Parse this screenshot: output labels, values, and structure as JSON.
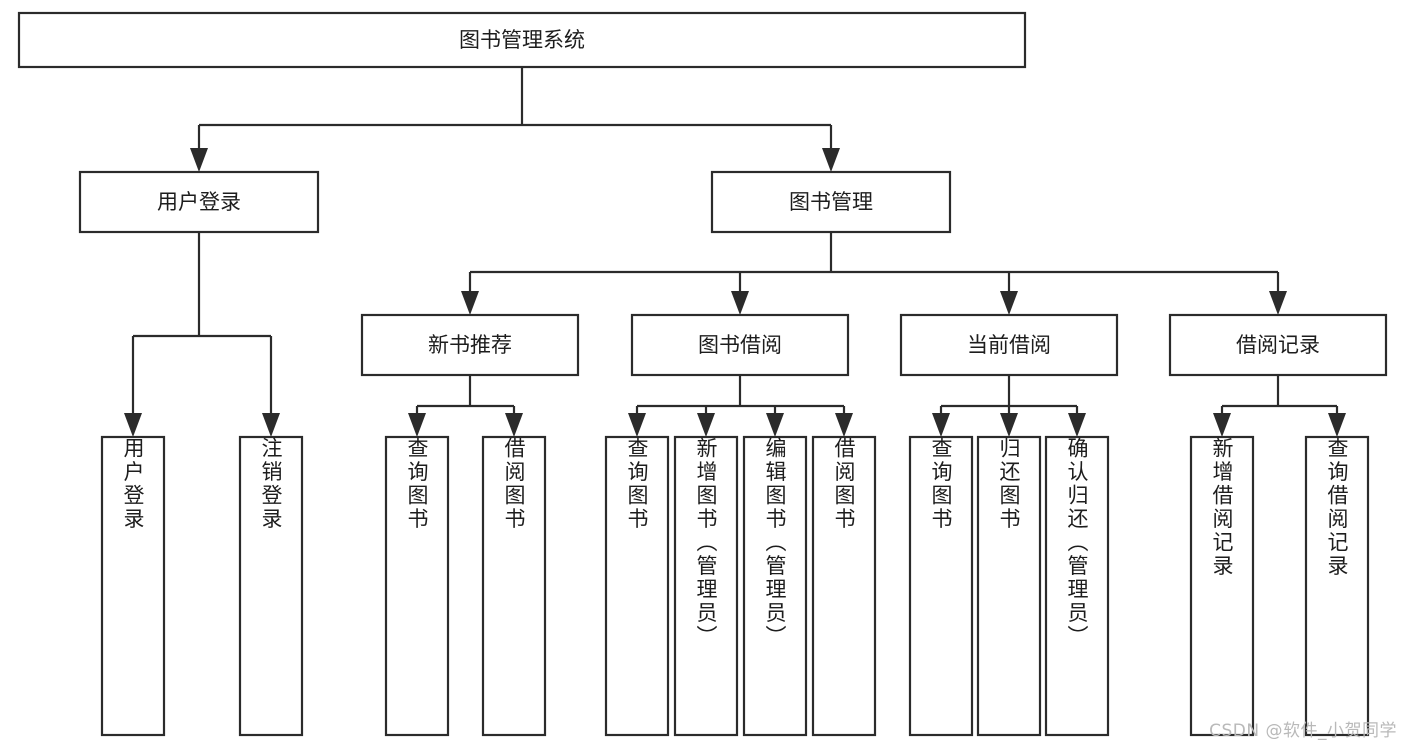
{
  "diagram": {
    "title": "图书管理系统",
    "type": "tree-hierarchy",
    "watermark": "CSDN @软件_小贺同学",
    "colors": {
      "background": "#ffffff",
      "stroke": "#2b2b2b",
      "text": "#1d1d1d",
      "node_fill": "#ffffff",
      "watermark": "#b9b9b9"
    },
    "levels": [
      {
        "level": 1,
        "nodes": [
          {
            "id": "root",
            "label": "图书管理系统",
            "orientation": "horizontal"
          }
        ]
      },
      {
        "level": 2,
        "nodes": [
          {
            "id": "login",
            "label": "用户登录",
            "orientation": "horizontal",
            "parent": "root"
          },
          {
            "id": "bookmgmt",
            "label": "图书管理",
            "orientation": "horizontal",
            "parent": "root"
          }
        ]
      },
      {
        "level": 3,
        "nodes": [
          {
            "id": "newbook",
            "label": "新书推荐",
            "orientation": "horizontal",
            "parent": "bookmgmt"
          },
          {
            "id": "borrow",
            "label": "图书借阅",
            "orientation": "horizontal",
            "parent": "bookmgmt"
          },
          {
            "id": "current",
            "label": "当前借阅",
            "orientation": "horizontal",
            "parent": "bookmgmt"
          },
          {
            "id": "records",
            "label": "借阅记录",
            "orientation": "horizontal",
            "parent": "bookmgmt"
          }
        ]
      },
      {
        "level": 4,
        "nodes": [
          {
            "id": "leaf-1",
            "label": "用户登录",
            "orientation": "vertical",
            "parent": "login"
          },
          {
            "id": "leaf-2",
            "label": "注销登录",
            "orientation": "vertical",
            "parent": "login"
          },
          {
            "id": "leaf-3",
            "label": "查询图书",
            "orientation": "vertical",
            "parent": "newbook"
          },
          {
            "id": "leaf-4",
            "label": "借阅图书",
            "orientation": "vertical",
            "parent": "newbook"
          },
          {
            "id": "leaf-5",
            "label": "查询图书",
            "orientation": "vertical",
            "parent": "borrow"
          },
          {
            "id": "leaf-6",
            "label": "新增图书（管理员）",
            "orientation": "vertical",
            "parent": "borrow"
          },
          {
            "id": "leaf-7",
            "label": "编辑图书（管理员）",
            "orientation": "vertical",
            "parent": "borrow"
          },
          {
            "id": "leaf-8",
            "label": "借阅图书",
            "orientation": "vertical",
            "parent": "borrow"
          },
          {
            "id": "leaf-9",
            "label": "查询图书",
            "orientation": "vertical",
            "parent": "current"
          },
          {
            "id": "leaf-10",
            "label": "归还图书",
            "orientation": "vertical",
            "parent": "current"
          },
          {
            "id": "leaf-11",
            "label": "确认归还（管理员）",
            "orientation": "vertical",
            "parent": "current"
          },
          {
            "id": "leaf-12",
            "label": "新增借阅记录",
            "orientation": "vertical",
            "parent": "records"
          },
          {
            "id": "leaf-13",
            "label": "查询借阅记录",
            "orientation": "vertical",
            "parent": "records"
          }
        ]
      }
    ]
  }
}
